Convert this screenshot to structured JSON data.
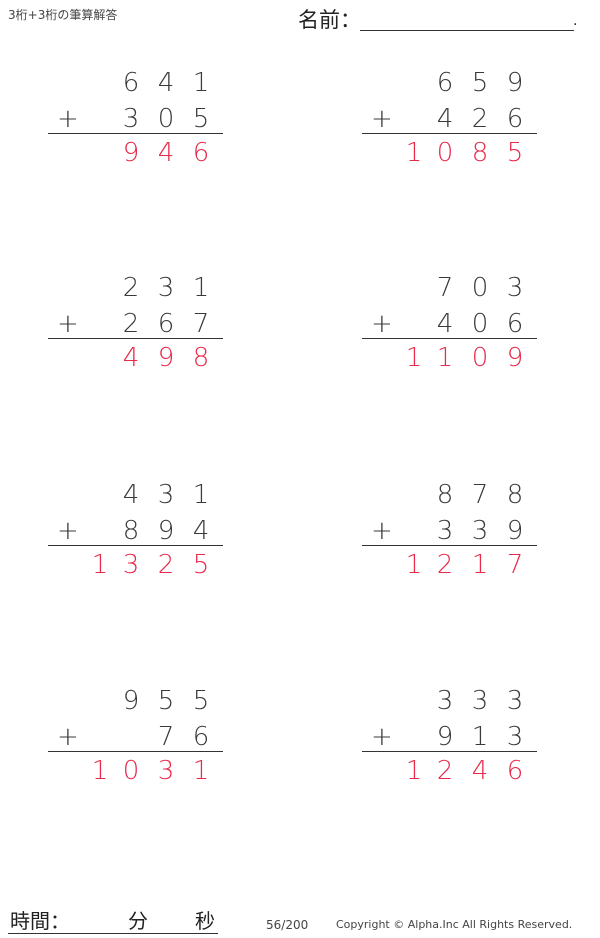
{
  "header": {
    "title": "3桁+3桁の筆算解答",
    "name_label": "名前：",
    "name_value": "",
    "name_end": "."
  },
  "operator": "+",
  "colors": {
    "problem_digits": "#3a3a3a",
    "answer_digits": "#e8294a",
    "rule": "#333333"
  },
  "problems": [
    {
      "top": [
        "6",
        "4",
        "1"
      ],
      "addend": [
        "3",
        "0",
        "5"
      ],
      "answer": [
        "",
        "9",
        "4",
        "6"
      ]
    },
    {
      "top": [
        "6",
        "5",
        "9"
      ],
      "addend": [
        "4",
        "2",
        "6"
      ],
      "answer": [
        "1",
        "0",
        "8",
        "5"
      ]
    },
    {
      "top": [
        "2",
        "3",
        "1"
      ],
      "addend": [
        "2",
        "6",
        "7"
      ],
      "answer": [
        "",
        "4",
        "9",
        "8"
      ]
    },
    {
      "top": [
        "7",
        "0",
        "3"
      ],
      "addend": [
        "4",
        "0",
        "6"
      ],
      "answer": [
        "1",
        "1",
        "0",
        "9"
      ]
    },
    {
      "top": [
        "4",
        "3",
        "1"
      ],
      "addend": [
        "8",
        "9",
        "4"
      ],
      "answer": [
        "1",
        "3",
        "2",
        "5"
      ]
    },
    {
      "top": [
        "8",
        "7",
        "8"
      ],
      "addend": [
        "3",
        "3",
        "9"
      ],
      "answer": [
        "1",
        "2",
        "1",
        "7"
      ]
    },
    {
      "top": [
        "9",
        "5",
        "5"
      ],
      "addend": [
        "",
        "7",
        "6"
      ],
      "answer": [
        "1",
        "0",
        "3",
        "1"
      ]
    },
    {
      "top": [
        "3",
        "3",
        "3"
      ],
      "addend": [
        "9",
        "1",
        "3"
      ],
      "answer": [
        "1",
        "2",
        "4",
        "6"
      ]
    }
  ],
  "footer": {
    "time_label": "時間：",
    "minutes_label": "分",
    "seconds_label": "秒",
    "page": "56/200",
    "copyright": "Copyright © Alpha.Inc All Rights Reserved."
  }
}
